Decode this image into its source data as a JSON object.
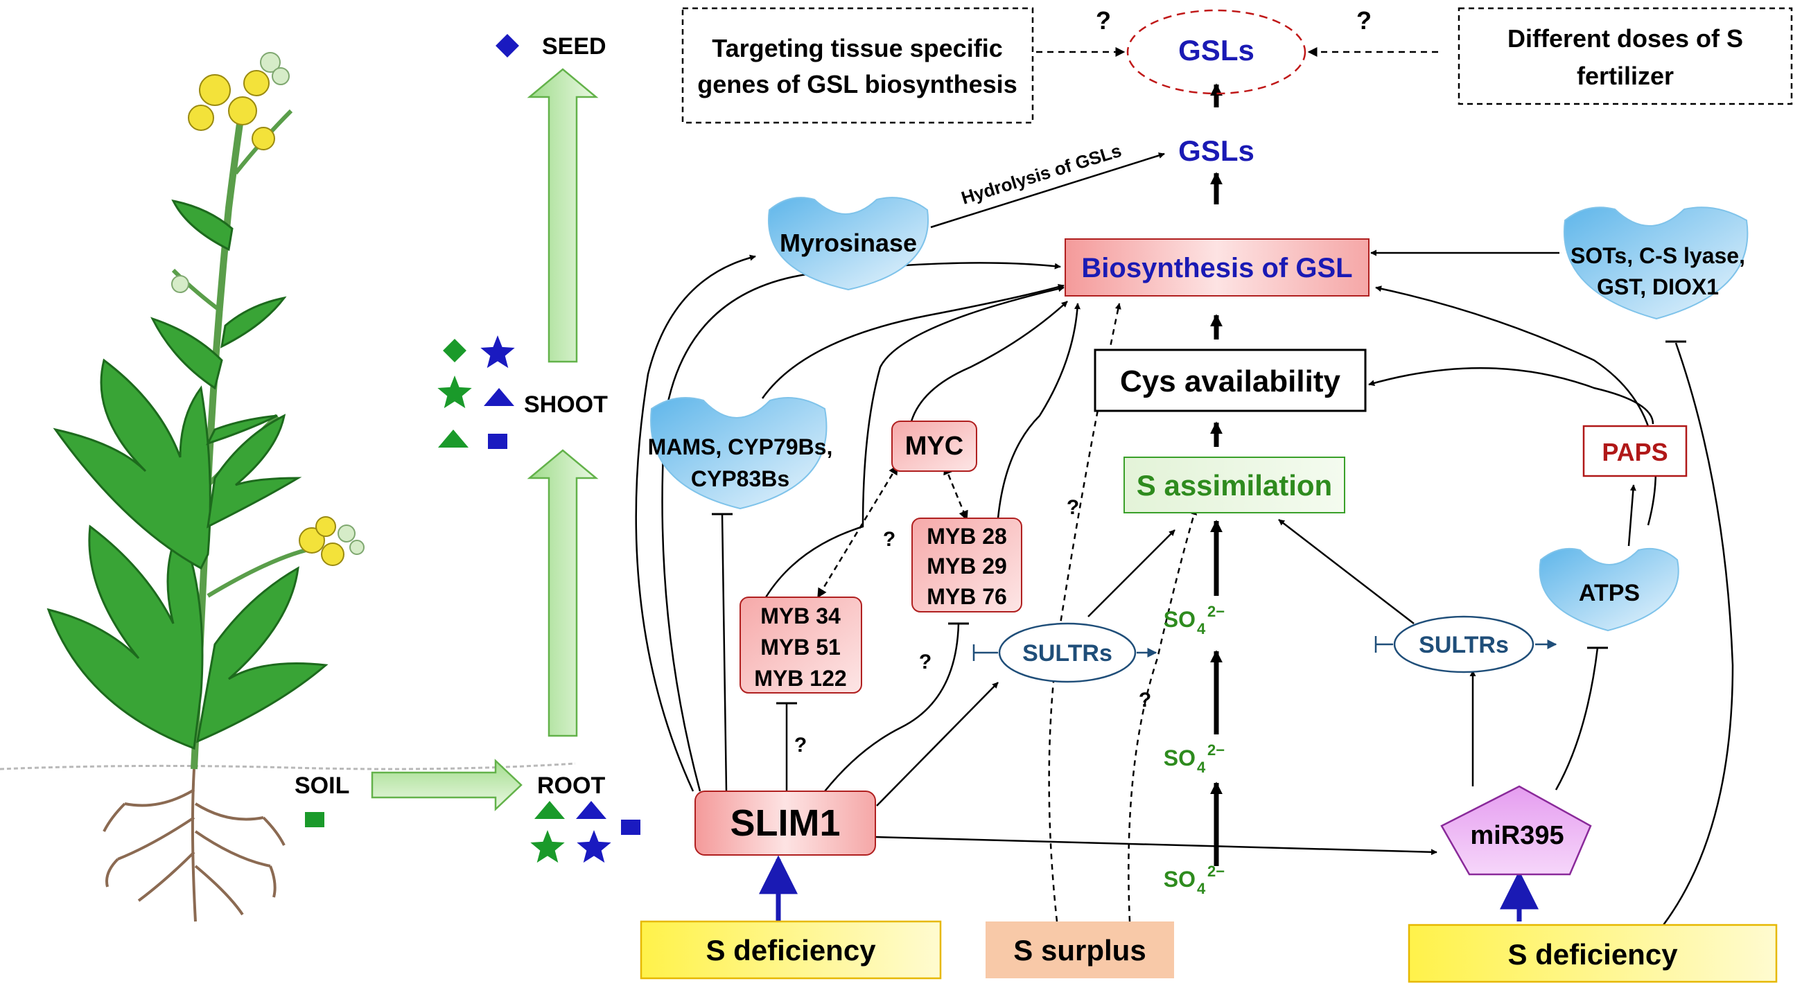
{
  "legend": {
    "seed": "SEED",
    "shoot": "SHOOT",
    "soil": "SOIL",
    "root": "ROOT"
  },
  "boxes": {
    "targeting_line1": "Targeting tissue specific",
    "targeting_line2": "genes of GSL biosynthesis",
    "doses_line1": "Different doses of S",
    "doses_line2": "fertilizer",
    "gsls_top": "GSLs",
    "gsls_mid": "GSLs",
    "biosynthesis": "Biosynthesis of GSL",
    "cys": "Cys availability",
    "s_assimilation": "S assimilation",
    "paps": "PAPS",
    "myc": "MYC",
    "myb_a_1": "MYB 28",
    "myb_a_2": "MYB 29",
    "myb_a_3": "MYB 76",
    "myb_b_1": "MYB 34",
    "myb_b_2": "MYB 51",
    "myb_b_3": "MYB 122",
    "slim1": "SLIM1",
    "mir395": "miR395",
    "s_def_left": "S deficiency",
    "s_surplus": "S surplus",
    "s_def_right": "S deficiency"
  },
  "enzymes": {
    "myrosinase": "Myrosinase",
    "mams_1": "MAMS, CYP79Bs,",
    "mams_2": "CYP83Bs",
    "sots_1": "SOTs, C-S lyase,",
    "sots_2": "GST, DIOX1",
    "atps": "ATPS"
  },
  "transporters": {
    "sultrs_left": "SULTRs",
    "sultrs_right": "SULTRs"
  },
  "sulfate": {
    "base": "SO",
    "sub": "4",
    "sup": "2−"
  },
  "labels": {
    "hydrolysis": "Hydrolysis of GSLs",
    "q": "?"
  },
  "colors": {
    "gsl_blue": "#1a1ab4",
    "assim_green": "#2e8b1e",
    "paps_red": "#b01818",
    "sultr_blue": "#1f4e79",
    "shape_green": "#1a9a2a",
    "shape_blue": "#1a1ac0"
  }
}
